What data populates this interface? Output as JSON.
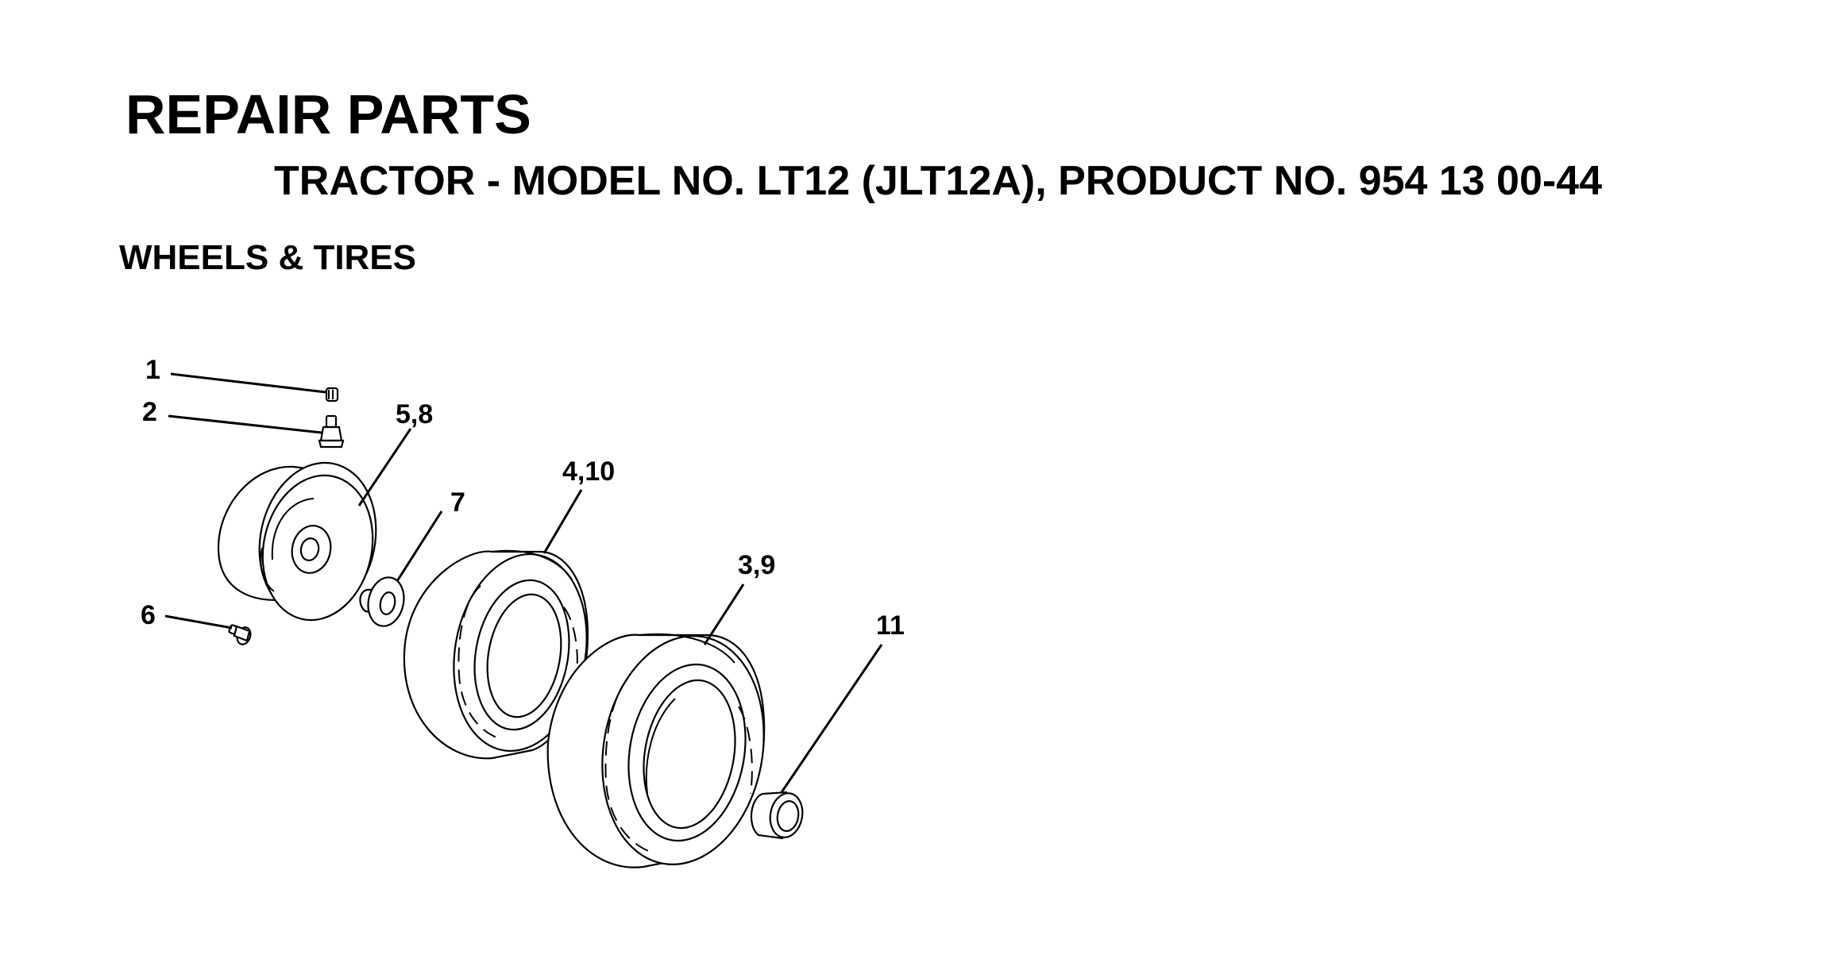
{
  "header": {
    "title": "REPAIR PARTS",
    "subtitle": "TRACTOR - MODEL NO. LT12 (JLT12A), PRODUCT NO. 954 13 00-44",
    "section": "WHEELS & TIRES"
  },
  "callouts": {
    "c1": "1",
    "c2": "2",
    "c58": "5,8",
    "c410": "4,10",
    "c7": "7",
    "c39": "3,9",
    "c6": "6",
    "c11": "11"
  }
}
